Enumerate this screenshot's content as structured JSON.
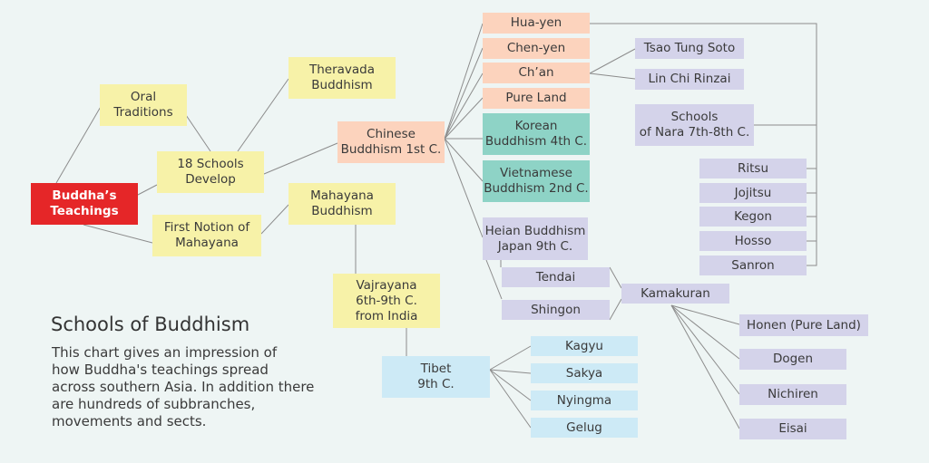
{
  "title": "Schools of Buddhism",
  "description": "This chart gives an impression of\nhow Buddha's teachings spread\nacross southern Asia. In addition there\nare hundreds of subbranches,\nmovements and sects.",
  "colors": {
    "root": "#e52628",
    "early": "#f7f2a8",
    "chinese": "#fcd3bd",
    "korean_vietnamese": "#8ed3c6",
    "japanese": "#d4d3ea",
    "tibetan": "#cdeaf6",
    "connector": "#8c8c8c"
  },
  "nodes": {
    "buddha": "Buddha’s\nTeachings",
    "oral": "Oral\nTraditions",
    "schools18": "18 Schools\nDevelop",
    "first_notion": "First Notion of\nMahayana",
    "theravada": "Theravada\nBuddhism",
    "mahayana": "Mahayana\nBuddhism",
    "vajrayana": "Vajrayana\n6th-9th C.\nfrom India",
    "tibet": "Tibet\n9th C.",
    "kagyu": "Kagyu",
    "sakya": "Sakya",
    "nyingma": "Nyingma",
    "gelug": "Gelug",
    "chinese": "Chinese\nBuddhism 1st C.",
    "huayen": "Hua-yen",
    "chenyen": "Chen-yen",
    "chan": "Ch’an",
    "pureland": "Pure Land",
    "korean": "Korean\nBuddhism 4th C.",
    "vietnamese": "Vietnamese\nBuddhism 2nd C.",
    "tsaotung": "Tsao Tung Soto",
    "linchi": "Lin Chi Rinzai",
    "nara": "Schools\nof Nara 7th-8th C.",
    "ritsu": "Ritsu",
    "jojitsu": "Jojitsu",
    "kegon": "Kegon",
    "hosso": "Hosso",
    "sanron": "Sanron",
    "heian": "Heian Buddhism\nJapan 9th C.",
    "tendai": "Tendai",
    "shingon": "Shingon",
    "kamakuran": "Kamakuran",
    "honen": "Honen (Pure Land)",
    "dogen": "Dogen",
    "nichiren": "Nichiren",
    "eisai": "Eisai"
  }
}
